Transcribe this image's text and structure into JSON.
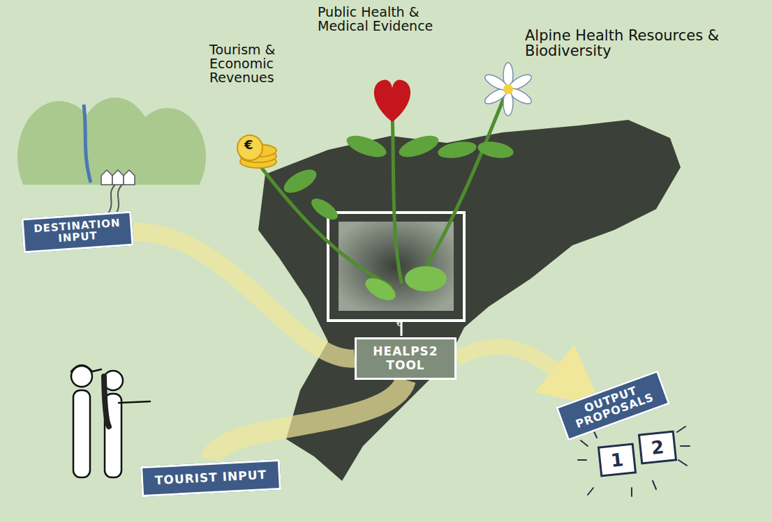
{
  "diagram": {
    "nodes": [
      {
        "text": [
          "DESTINATION INPUT"
        ]
      },
      {
        "text": [
          "TOURIST INPUT"
        ]
      },
      {
        "text": [
          "HEALPS2 TOOL"
        ]
      },
      {
        "text": [
          "OUTPUT PROPOSALS"
        ]
      },
      {
        "text": [
          "1"
        ]
      },
      {
        "text": [
          "2"
        ]
      }
    ],
    "edges": [
      {
        "from": 0,
        "to": 2,
        "arrow": "none"
      },
      {
        "from": 1,
        "to": 2,
        "arrow": "none"
      },
      {
        "from": 2,
        "to": 3,
        "arrow": "to"
      }
    ],
    "labels": [
      "Tourism & Economic Revenues",
      "Public Health & Medical Evidence",
      "Alpine Health Resources & Biodiversity",
      "€",
      "€"
    ]
  }
}
